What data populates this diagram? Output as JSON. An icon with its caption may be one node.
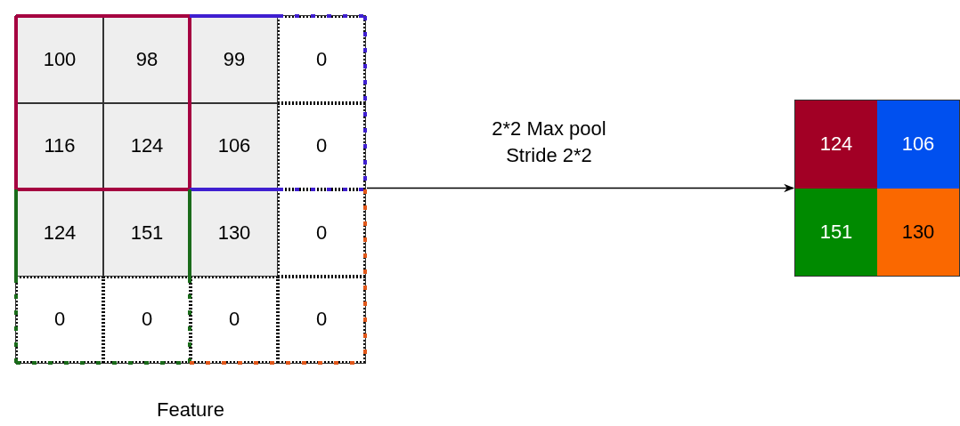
{
  "diagram": {
    "nodes": [
      {
        "text": [],
        "shape": "box",
        "beside": [
          "Feature"
        ]
      },
      {
        "text": [
          "100"
        ],
        "in": 0
      },
      {
        "text": [
          "98"
        ],
        "in": 0
      },
      {
        "text": [
          "99"
        ],
        "in": 0
      },
      {
        "text": [
          "0"
        ],
        "in": 0
      },
      {
        "text": [
          "116"
        ],
        "in": 0
      },
      {
        "text": [
          "124"
        ],
        "in": 0
      },
      {
        "text": [
          "106"
        ],
        "in": 0
      },
      {
        "text": [
          "0"
        ],
        "in": 0
      },
      {
        "text": [
          "124"
        ],
        "in": 0
      },
      {
        "text": [
          "151"
        ],
        "in": 0
      },
      {
        "text": [
          "130"
        ],
        "in": 0
      },
      {
        "text": [
          "0"
        ],
        "in": 0
      },
      {
        "text": [
          "0"
        ],
        "in": 0
      },
      {
        "text": [
          "0"
        ],
        "in": 0
      },
      {
        "text": [
          "0"
        ],
        "in": 0
      },
      {
        "text": [
          "0"
        ],
        "in": 0
      },
      {
        "text": [],
        "shape": "box"
      },
      {
        "text": [
          "124"
        ],
        "in": 17
      },
      {
        "text": [
          "106"
        ],
        "in": 17
      },
      {
        "text": [
          "151"
        ],
        "in": 17
      },
      {
        "text": [
          "130"
        ],
        "in": 17
      }
    ],
    "edges": [
      {
        "from": 0,
        "to": 17,
        "arrow": "to",
        "label": "2*2 Max pool Stride 2*2"
      }
    ]
  }
}
